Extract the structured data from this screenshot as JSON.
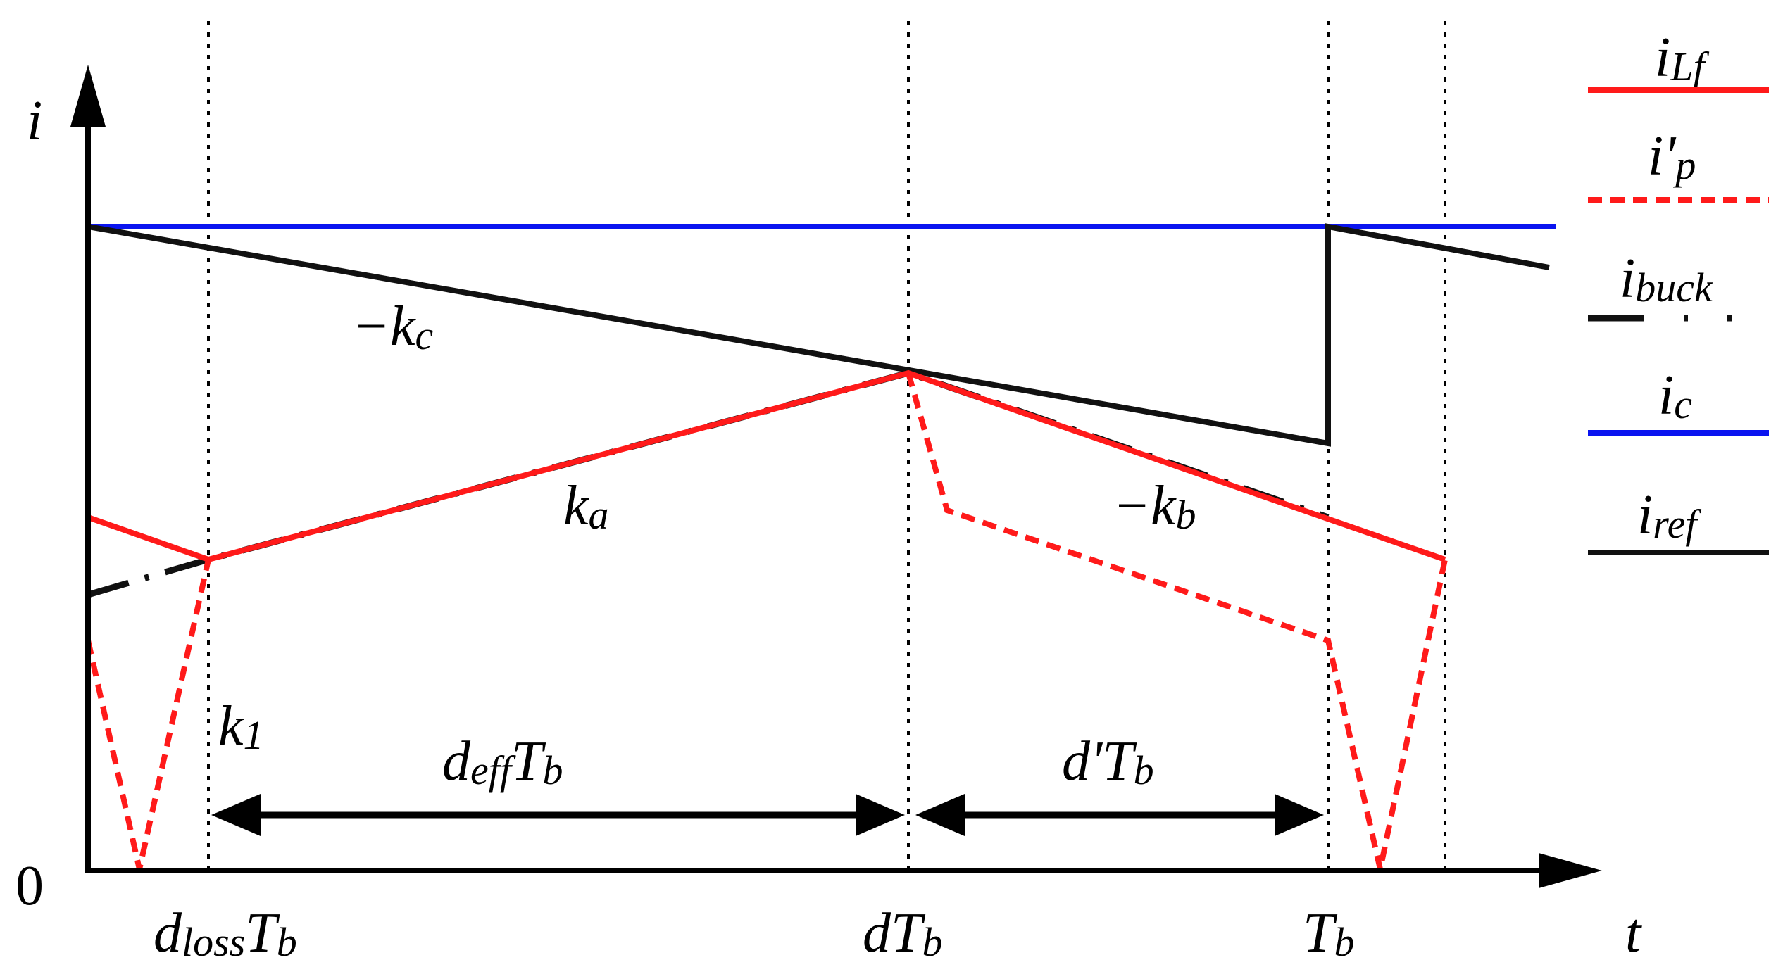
{
  "axes": {
    "y_label": "i",
    "x_label": "t",
    "origin_label": "0"
  },
  "x_ticks": [
    {
      "main": "d",
      "sub": "loss",
      "tail": "T",
      "tail_sub": "b"
    },
    {
      "main": "dT",
      "sub": "b"
    },
    {
      "main": "T",
      "sub": "b"
    }
  ],
  "annotations": {
    "slope_c": {
      "main": "−k",
      "sub": "c"
    },
    "slope_a": {
      "main": "k",
      "sub": "a"
    },
    "slope_b": {
      "main": "−k",
      "sub": "b"
    },
    "slope_1": {
      "main": "k",
      "sub": "1"
    },
    "interval_deff": {
      "main": "d",
      "sub": "eff",
      "tail": "T",
      "tail_sub": "b"
    },
    "interval_dprime": {
      "main": "d'T",
      "sub": "b"
    }
  },
  "legend": [
    {
      "main": "i",
      "sub": "Lf",
      "color": "#ff1a1a",
      "style": "solid"
    },
    {
      "main": "i'",
      "sub": "p",
      "color": "#ff1a1a",
      "style": "dashed"
    },
    {
      "main": "i",
      "sub": "buck",
      "color": "#111111",
      "style": "dash-dot"
    },
    {
      "main": "i",
      "sub": "c",
      "color": "#0a14f0",
      "style": "solid"
    },
    {
      "main": "i",
      "sub": "ref",
      "color": "#111111",
      "style": "solid"
    }
  ],
  "colors": {
    "red": "#ff1a1a",
    "blue": "#0a14f0",
    "black": "#111111"
  }
}
